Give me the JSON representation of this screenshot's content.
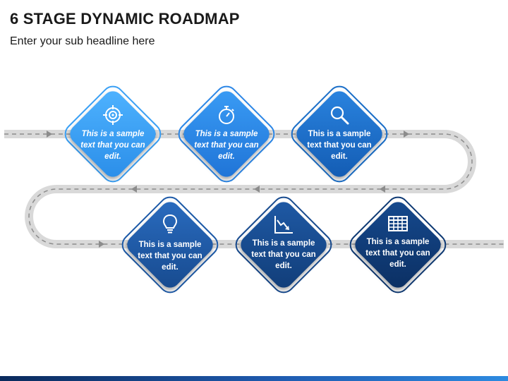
{
  "header": {
    "title": "6 STAGE DYNAMIC ROADMAP",
    "subtitle": "Enter your sub headline here"
  },
  "stages": [
    {
      "icon": "target-icon",
      "text": "This is a sample text that you can edit.",
      "color": "#3aa0f5"
    },
    {
      "icon": "stopwatch-icon",
      "text": "This is a sample text that you can edit.",
      "color": "#2b86e6"
    },
    {
      "icon": "search-icon",
      "text": "This is a sample text that you can edit.",
      "color": "#1a6ec8"
    },
    {
      "icon": "lightbulb-icon",
      "text": "This is a sample text that you can edit.",
      "color": "#1d5aa8"
    },
    {
      "icon": "declining-chart-icon",
      "text": "This is a sample text that you can edit.",
      "color": "#174a8e"
    },
    {
      "icon": "table-grid-icon",
      "text": "This is a sample text that you can edit.",
      "color": "#0f3a74"
    }
  ],
  "colors": {
    "road": "#d9d9d9",
    "road_dash": "#8c8c8c",
    "bottom_bar": "#1f5bb0"
  }
}
